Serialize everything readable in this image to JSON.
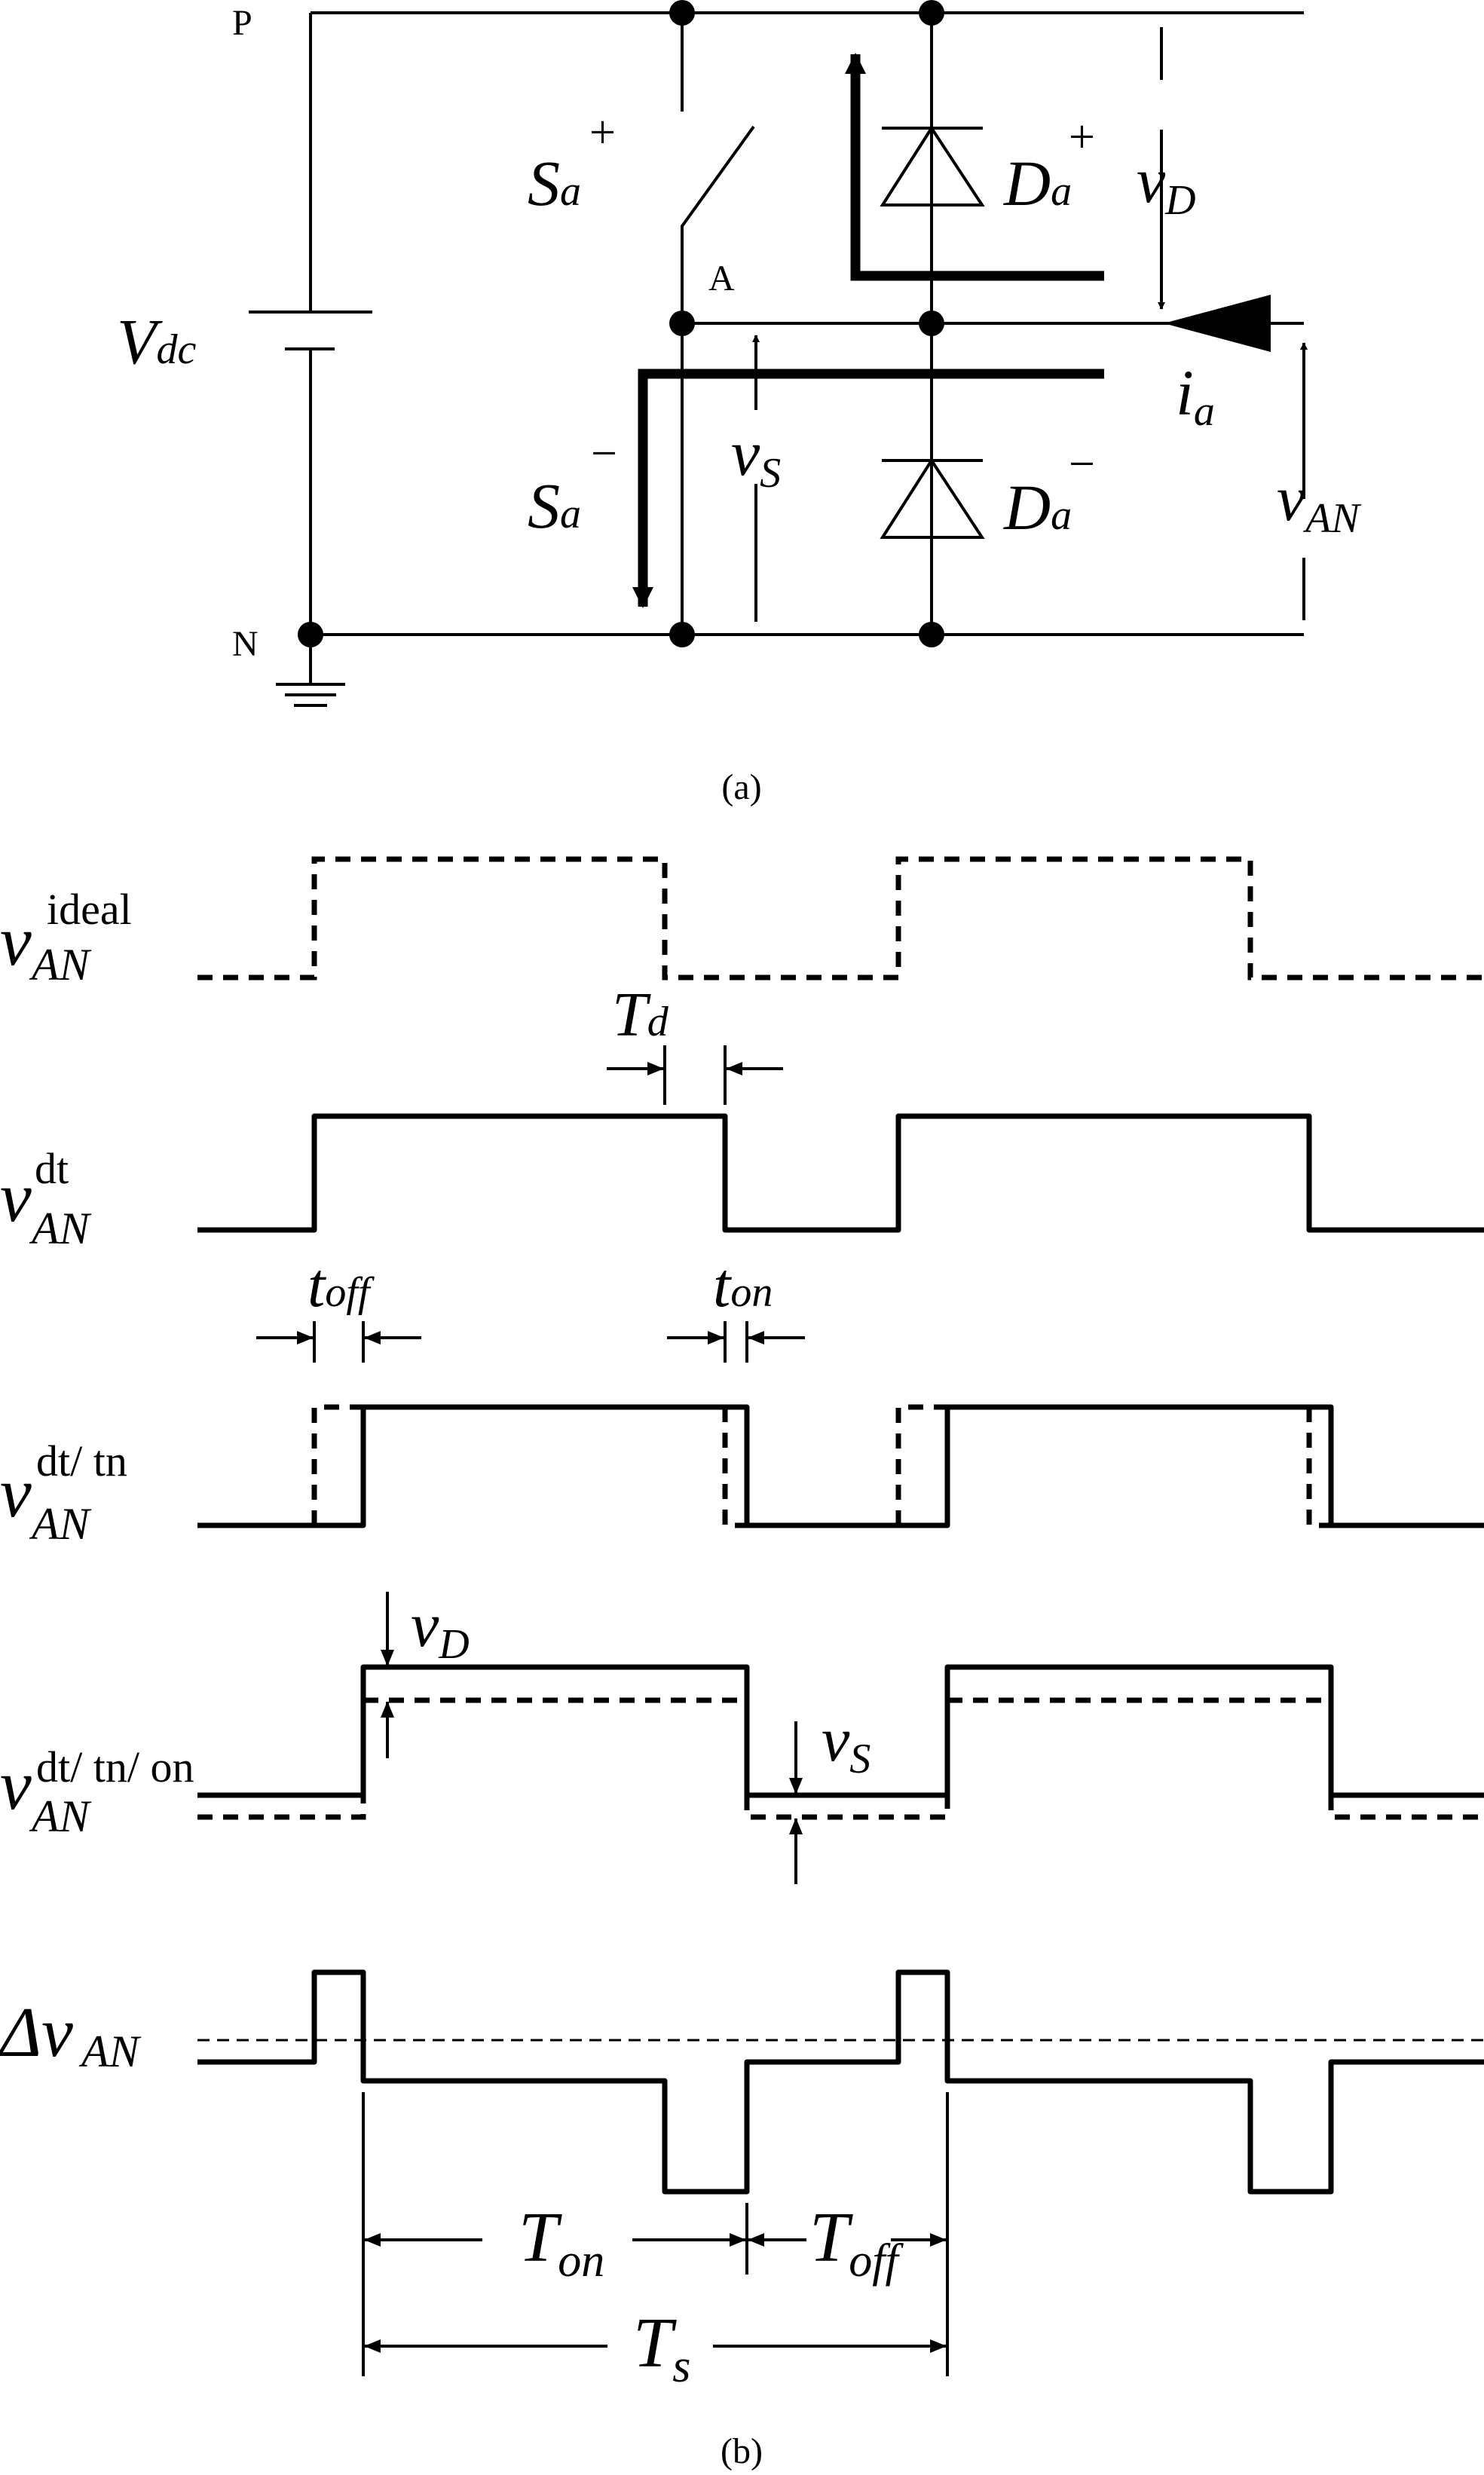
{
  "figure": {
    "caption_a": "(a)",
    "caption_b": "(b)",
    "circuit": {
      "node_p": "P",
      "node_n": "N",
      "node_a": "A",
      "source": {
        "main": "V",
        "sub": "dc"
      },
      "switch_upper": {
        "main": "S",
        "sub": "a",
        "sup": "+"
      },
      "switch_lower": {
        "main": "S",
        "sub": "a",
        "sup": "−"
      },
      "diode_upper": {
        "main": "D",
        "sub": "a",
        "sup": "+"
      },
      "diode_lower": {
        "main": "D",
        "sub": "a",
        "sup": "−"
      },
      "diode_voltage": {
        "main": "v",
        "sub": "D"
      },
      "switch_voltage": {
        "main": "v",
        "sub": "S"
      },
      "phase_current": {
        "main": "i",
        "sub": "a"
      },
      "output_voltage": {
        "main": "v",
        "sub": "AN"
      }
    },
    "waveforms": [
      {
        "id": "ideal",
        "main": "v",
        "sub": "AN",
        "sup": "ideal",
        "style": "dashed"
      },
      {
        "id": "dt",
        "main": "v",
        "sub": "AN",
        "sup": "dt",
        "style": "solid"
      },
      {
        "id": "dt_tn",
        "main": "v",
        "sub": "AN",
        "sup": "dt/ tn",
        "style": "solid+dashed"
      },
      {
        "id": "dt_tn_on",
        "main": "v",
        "sub": "AN",
        "sup": "dt/ tn/ on",
        "style": "solid+dashed"
      },
      {
        "id": "delta",
        "main": "Δv",
        "sub": "AN",
        "style": "solid"
      }
    ],
    "annotations": {
      "dead_time": {
        "main": "T",
        "sub": "d"
      },
      "turn_off": {
        "main": "t",
        "sub": "off"
      },
      "turn_on": {
        "main": "t",
        "sub": "on"
      },
      "diode_drop": {
        "main": "v",
        "sub": "D"
      },
      "switch_drop": {
        "main": "v",
        "sub": "S"
      },
      "on_period": {
        "main": "T",
        "sub": "on"
      },
      "off_period": {
        "main": "T",
        "sub": "off"
      },
      "switching_period": {
        "main": "T",
        "sub": "s"
      }
    }
  }
}
